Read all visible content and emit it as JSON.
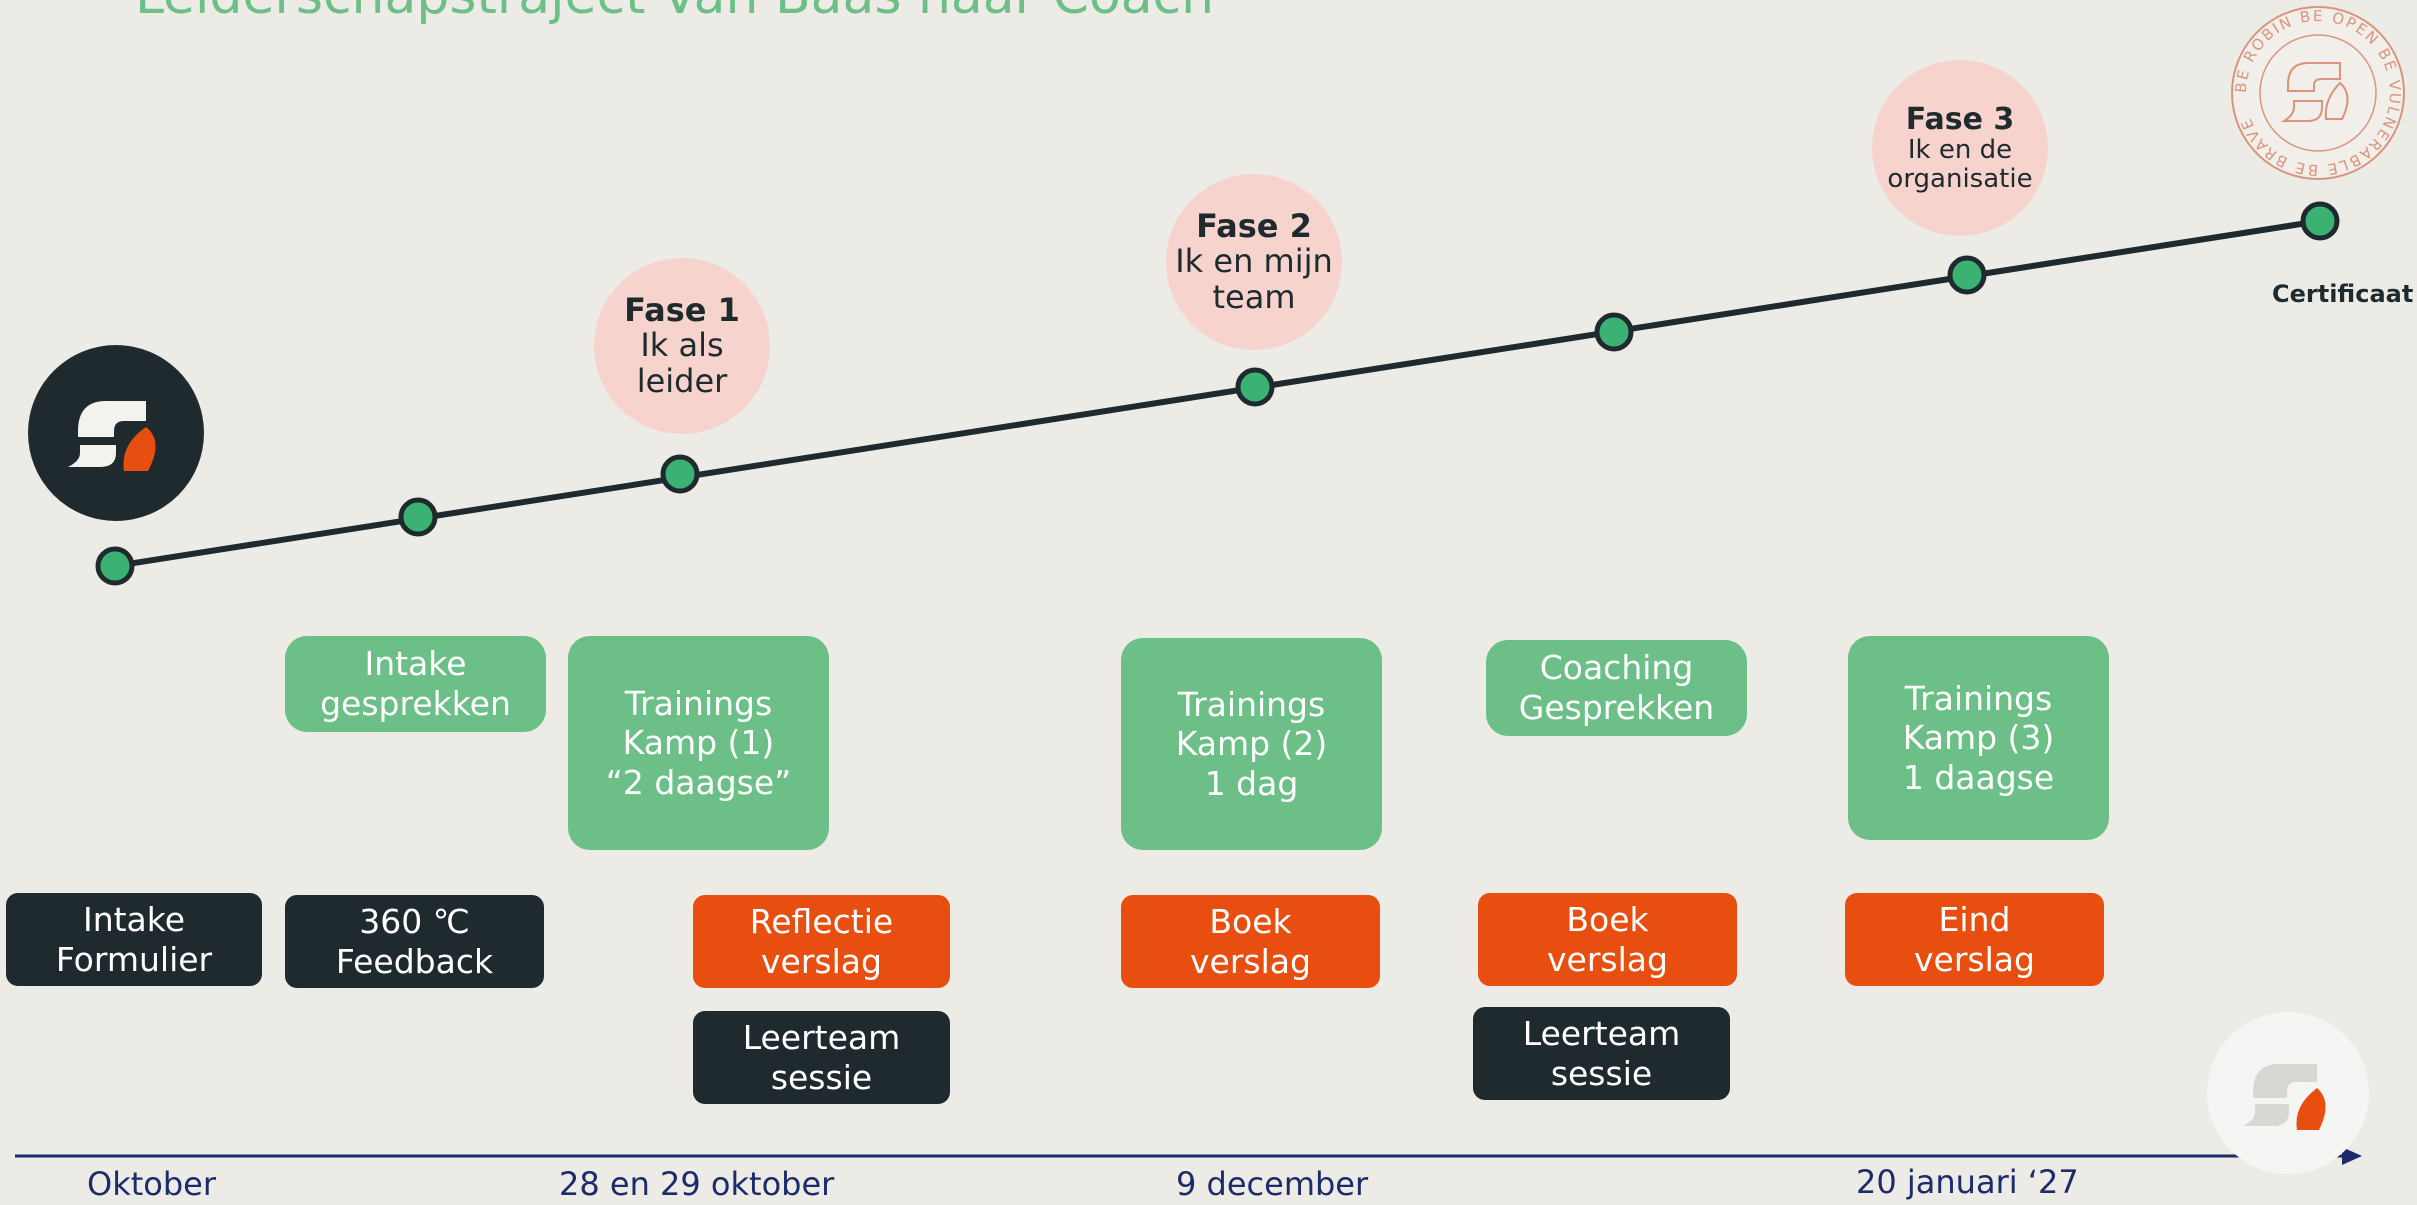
{
  "title": "Leiderschapstraject Van Baas naar Coach",
  "phases": [
    {
      "name": "Fase 1",
      "desc": "Ik als\nleider"
    },
    {
      "name": "Fase 2",
      "desc": "Ik en mijn\nteam"
    },
    {
      "name": "Fase 3",
      "desc": "Ik en de\norganisatie"
    }
  ],
  "milestone_end_label": "Certificaat",
  "green_boxes": [
    "Intake\ngesprekken",
    "Trainings\nKamp (1)\n“2 daagse”",
    "Trainings\nKamp (2)\n1 dag",
    "Coaching\nGesprekken",
    "Trainings\nKamp (3)\n1 daagse"
  ],
  "dark_boxes": [
    "Intake\nFormulier",
    "360 ℃\nFeedback",
    "Leerteam\nsessie",
    "Leerteam\nsessie"
  ],
  "orange_boxes": [
    "Reflectie\nverslag",
    "Boek\nverslag",
    "Boek\nverslag",
    "Eind\nverslag"
  ],
  "dates": [
    "Oktober",
    "28 en 29 oktober",
    "9 december",
    "20 januari ‘27"
  ],
  "stamp_text": "BE ROBIN BE OPEN BE VULNERABLE BE BRAVE",
  "colors": {
    "background": "#ecebe6",
    "green": "#6bbf87",
    "dark": "#1f2a2f",
    "orange": "#e84e10",
    "phase_circle": "#f6d3cd",
    "axis": "#1d2b6b",
    "stamp": "#d9957c"
  }
}
